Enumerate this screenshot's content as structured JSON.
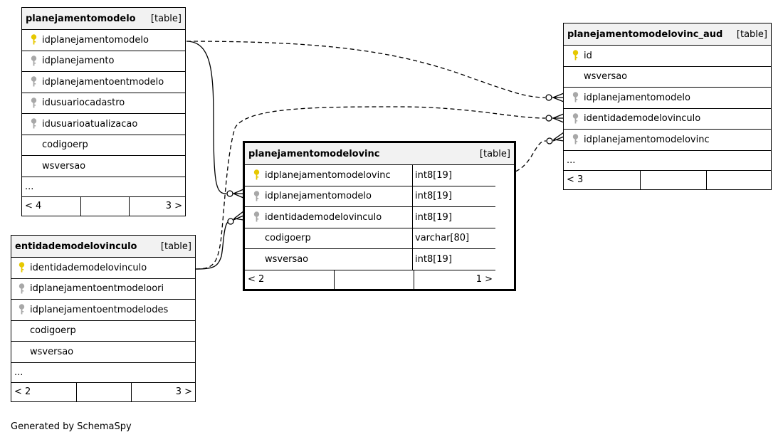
{
  "tables": {
    "planejamentomodelo": {
      "name": "planejamentomodelo",
      "kind": "[table]",
      "columns": [
        {
          "name": "idplanejamentomodelo",
          "key": "primary"
        },
        {
          "name": "idplanejamento",
          "key": "foreign"
        },
        {
          "name": "idplanejamentoentmodelo",
          "key": "foreign"
        },
        {
          "name": "idusuariocadastro",
          "key": "foreign"
        },
        {
          "name": "idusuarioatualizacao",
          "key": "foreign"
        },
        {
          "name": "codigoerp",
          "key": "none"
        },
        {
          "name": "wsversao",
          "key": "none"
        }
      ],
      "ellipsis": "...",
      "footer": {
        "left": "< 4",
        "mid": "",
        "right": "3 >"
      }
    },
    "planejamentomodelovinc_aud": {
      "name": "planejamentomodelovinc_aud",
      "kind": "[table]",
      "columns": [
        {
          "name": "id",
          "key": "primary"
        },
        {
          "name": "wsversao",
          "key": "none"
        },
        {
          "name": "idplanejamentomodelo",
          "key": "foreign"
        },
        {
          "name": "identidademodelovinculo",
          "key": "foreign"
        },
        {
          "name": "idplanejamentomodelovinc",
          "key": "foreign"
        }
      ],
      "ellipsis": "...",
      "footer": {
        "left": "< 3",
        "mid": "",
        "right": ""
      }
    },
    "planejamentomodelovinc": {
      "name": "planejamentomodelovinc",
      "kind": "[table]",
      "columns": [
        {
          "name": "idplanejamentomodelovinc",
          "key": "primary",
          "type": "int8[19]"
        },
        {
          "name": "idplanejamentomodelo",
          "key": "foreign",
          "type": "int8[19]"
        },
        {
          "name": "identidademodelovinculo",
          "key": "foreign",
          "type": "int8[19]"
        },
        {
          "name": "codigoerp",
          "key": "none",
          "type": "varchar[80]"
        },
        {
          "name": "wsversao",
          "key": "none",
          "type": "int8[19]"
        }
      ],
      "footer": {
        "left": "< 2",
        "mid": "",
        "right": "1 >"
      }
    },
    "entidademodelovinculo": {
      "name": "entidademodelovinculo",
      "kind": "[table]",
      "columns": [
        {
          "name": "identidademodelovinculo",
          "key": "primary"
        },
        {
          "name": "idplanejamentoentmodeloori",
          "key": "foreign"
        },
        {
          "name": "idplanejamentoentmodelodes",
          "key": "foreign"
        },
        {
          "name": "codigoerp",
          "key": "none"
        },
        {
          "name": "wsversao",
          "key": "none"
        }
      ],
      "ellipsis": "...",
      "footer": {
        "left": "< 2",
        "mid": "",
        "right": "3 >"
      }
    }
  },
  "colors": {
    "primary_key": "#e6c800",
    "foreign_key": "#a8a8a8",
    "line": "#000000"
  },
  "icons": {
    "primary": "key-icon",
    "foreign": "key-icon"
  },
  "caption": "Generated by SchemaSpy"
}
